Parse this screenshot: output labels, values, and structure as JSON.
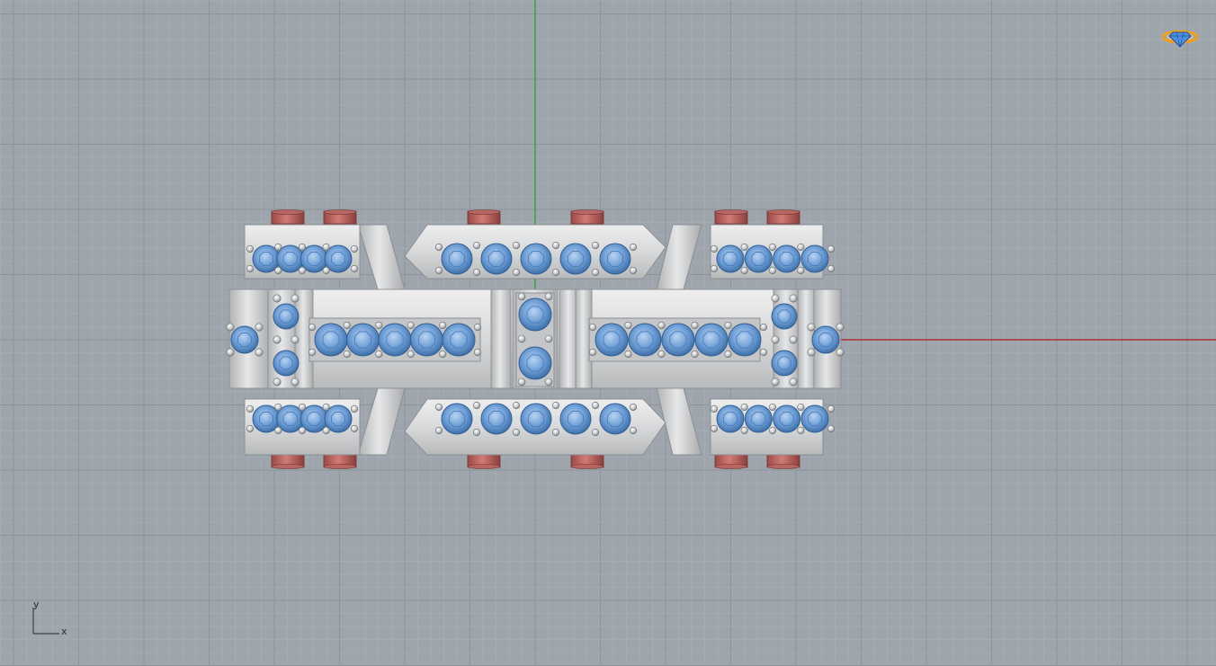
{
  "viewport": {
    "background": "#9ea5ad",
    "grid_minor_color": "#a7aeb5",
    "grid_major_color": "#8c939a",
    "x_axis_color": "#b01a1a",
    "y_axis_color": "#1aa81a"
  },
  "axis_widget": {
    "y_label": "y",
    "x_label": "x"
  },
  "logo": {
    "icon": "jewelry-ring-icon",
    "accent": "#f0a020",
    "gem": "#2f6fd0"
  },
  "model": {
    "name": "pave-band-ring",
    "metal_color": "#d9dadb",
    "gem_color": "#6f9fd6",
    "prong_color": "#c9cbcd",
    "post_color": "#c0605c"
  }
}
